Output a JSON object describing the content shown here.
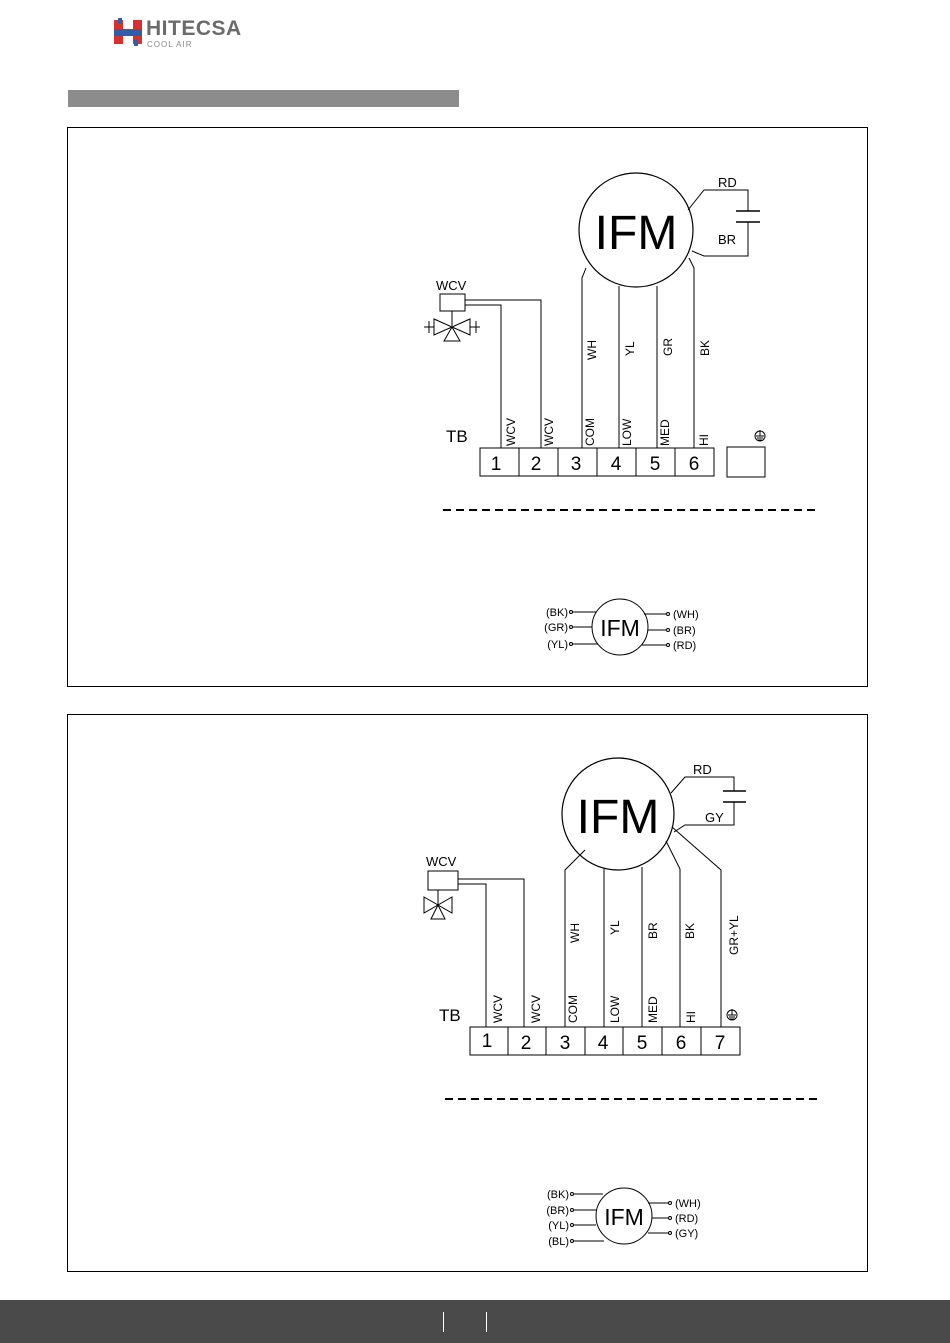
{
  "header": {
    "brand": "HITECSA",
    "tagline": "COOL AIR"
  },
  "colors": {
    "brand_red": "#d8302c",
    "brand_blue": "#2f5fa8",
    "section_bar": "#8c8c8c",
    "footer": "#4a4a4a"
  },
  "diagram1": {
    "motor": "IFM",
    "cap_top": "RD",
    "cap_bottom": "BR",
    "valve": "WCV",
    "tb_label": "TB",
    "wire_colors": [
      "WH",
      "YL",
      "GR",
      "BK"
    ],
    "term_labels": [
      "WCV",
      "WCV",
      "COM",
      "LOW",
      "MED",
      "HI"
    ],
    "terminals": [
      "1",
      "2",
      "3",
      "4",
      "5",
      "6"
    ],
    "ground_icon": "ground-icon",
    "mini": {
      "motor": "IFM",
      "left": [
        "(BK)",
        "(GR)",
        "(YL)"
      ],
      "right": [
        "(WH)",
        "(BR)",
        "(RD)"
      ]
    }
  },
  "diagram2": {
    "motor": "IFM",
    "cap_top": "RD",
    "cap_bottom": "GY",
    "valve": "WCV",
    "tb_label": "TB",
    "wire_colors": [
      "WH",
      "YL",
      "BR",
      "BK",
      "GR+YL"
    ],
    "term_labels": [
      "WCV",
      "WCV",
      "COM",
      "LOW",
      "MED",
      "HI"
    ],
    "terminals": [
      "1",
      "2",
      "3",
      "4",
      "5",
      "6",
      "7"
    ],
    "ground_icon": "ground-icon",
    "mini": {
      "motor": "IFM",
      "left": [
        "(BK)",
        "(BR)",
        "(YL)",
        "(BL)"
      ],
      "right": [
        "(WH)",
        "(RD)",
        "(GY)"
      ]
    }
  }
}
